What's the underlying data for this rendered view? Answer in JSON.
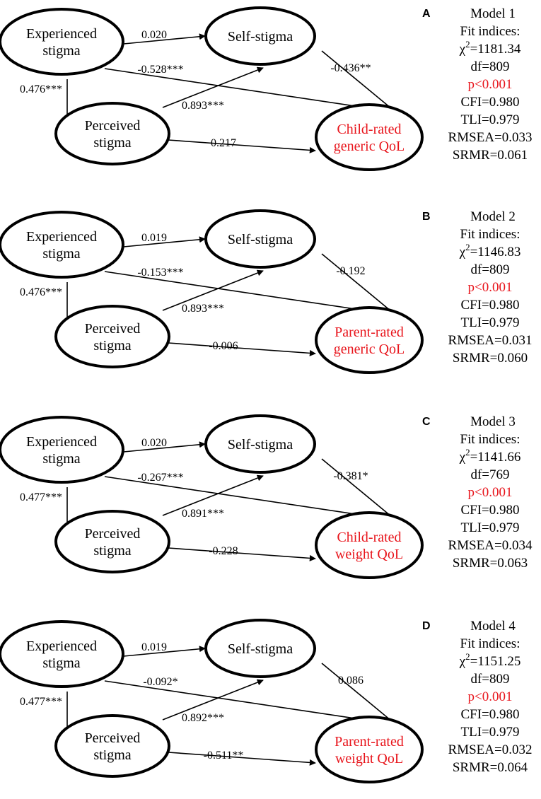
{
  "colors": {
    "highlight": "#e8141b",
    "line": "#000000"
  },
  "panels": [
    {
      "letter": "A",
      "model": "Model 1",
      "fit": {
        "heading": "Fit indices:",
        "chi_symbol": "χ",
        "chi_sup": "2",
        "chi_value": "=1181.34",
        "df": "df=809",
        "p": "p<0.001",
        "cfi": "CFI=0.980",
        "tli": "TLI=0.979",
        "rmsea": "RMSEA=0.033",
        "srmr": "SRMR=0.061"
      },
      "nodes": {
        "experienced": [
          "Experienced",
          "stigma"
        ],
        "self": [
          "Self-stigma"
        ],
        "perceived": [
          "Perceived",
          "stigma"
        ],
        "outcome": [
          "Child-rated",
          "generic QoL"
        ]
      },
      "paths": {
        "exp_self": "0.020",
        "exp_out": "-0.528***",
        "exp_perc": "0.476***",
        "perc_self": "0.893***",
        "perc_out": "0.217",
        "self_out": "-0.436**"
      }
    },
    {
      "letter": "B",
      "model": "Model 2",
      "fit": {
        "heading": "Fit indices:",
        "chi_symbol": "χ",
        "chi_sup": "2",
        "chi_value": "=1146.83",
        "df": "df=809",
        "p": "p<0.001",
        "cfi": "CFI=0.980",
        "tli": "TLI=0.979",
        "rmsea": "RMSEA=0.031",
        "srmr": "SRMR=0.060"
      },
      "nodes": {
        "experienced": [
          "Experienced",
          "stigma"
        ],
        "self": [
          "Self-stigma"
        ],
        "perceived": [
          "Perceived",
          "stigma"
        ],
        "outcome": [
          "Parent-rated",
          "generic QoL"
        ]
      },
      "paths": {
        "exp_self": "0.019",
        "exp_out": "-0.153***",
        "exp_perc": "0.476***",
        "perc_self": "0.893***",
        "perc_out": "-0.006",
        "self_out": "-0.192"
      }
    },
    {
      "letter": "C",
      "model": "Model 3",
      "fit": {
        "heading": "Fit indices:",
        "chi_symbol": "χ",
        "chi_sup": "2",
        "chi_value": "=1141.66",
        "df": "df=769",
        "p": "p<0.001",
        "cfi": "CFI=0.980",
        "tli": "TLI=0.979",
        "rmsea": "RMSEA=0.034",
        "srmr": "SRMR=0.063"
      },
      "nodes": {
        "experienced": [
          "Experienced",
          "stigma"
        ],
        "self": [
          "Self-stigma"
        ],
        "perceived": [
          "Perceived",
          "stigma"
        ],
        "outcome": [
          "Child-rated",
          "weight QoL"
        ]
      },
      "paths": {
        "exp_self": "0.020",
        "exp_out": "-0.267***",
        "exp_perc": "0.477***",
        "perc_self": "0.891***",
        "perc_out": "-0.228",
        "self_out": "-0.381*"
      }
    },
    {
      "letter": "D",
      "model": "Model 4",
      "fit": {
        "heading": "Fit indices:",
        "chi_symbol": "χ",
        "chi_sup": "2",
        "chi_value": "=1151.25",
        "df": "df=809",
        "p": "p<0.001",
        "cfi": "CFI=0.980",
        "tli": "TLI=0.979",
        "rmsea": "RMSEA=0.032",
        "srmr": "SRMR=0.064"
      },
      "nodes": {
        "experienced": [
          "Experienced",
          "stigma"
        ],
        "self": [
          "Self-stigma"
        ],
        "perceived": [
          "Perceived",
          "stigma"
        ],
        "outcome": [
          "Parent-rated",
          "weight QoL"
        ]
      },
      "paths": {
        "exp_self": "0.019",
        "exp_out": "-0.092*",
        "exp_perc": "0.477***",
        "perc_self": "0.892***",
        "perc_out": "-0.511**",
        "self_out": "0.086"
      }
    }
  ]
}
